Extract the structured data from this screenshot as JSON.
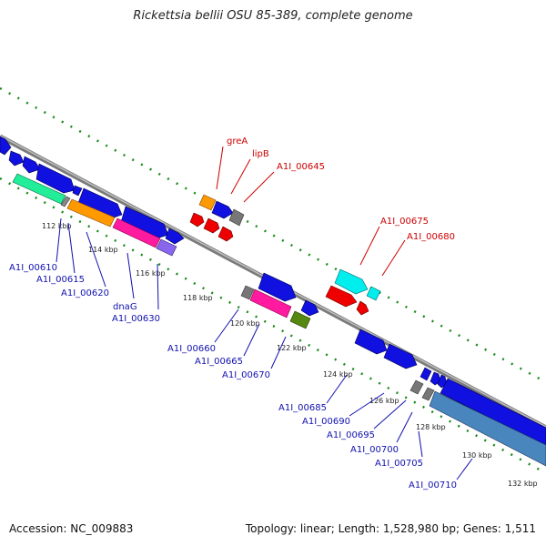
{
  "title": "Rickettsia bellii OSU 85-389, complete genome",
  "accession": "Accession: NC_009883",
  "summary": "Topology: linear; Length: 1,528,980 bp; Genes: 1,511",
  "colors": {
    "backbone": "#888888",
    "tick_green": "#1a8a1a",
    "blue_gene": "#1010e0",
    "red_gene": "#ee0000",
    "red_label": "#cc0000",
    "blue_label": "#1010b0"
  },
  "scale_labels": [
    "112 kbp",
    "114 kbp",
    "116 kbp",
    "118 kbp",
    "120 kbp",
    "122 kbp",
    "124 kbp",
    "126 kbp",
    "128 kbp",
    "130 kbp",
    "132 kbp"
  ],
  "forward_labels": [
    "greA",
    "lipB",
    "A1I_00645",
    "A1I_00675",
    "A1I_00680"
  ],
  "reverse_labels": [
    "A1I_00610",
    "A1I_00615",
    "A1I_00620",
    "dnaG",
    "A1I_00630",
    "A1I_00660",
    "A1I_00665",
    "A1I_00670",
    "A1I_00685",
    "A1I_00690",
    "A1I_00695",
    "A1I_00700",
    "A1I_00705",
    "A1I_00710"
  ]
}
